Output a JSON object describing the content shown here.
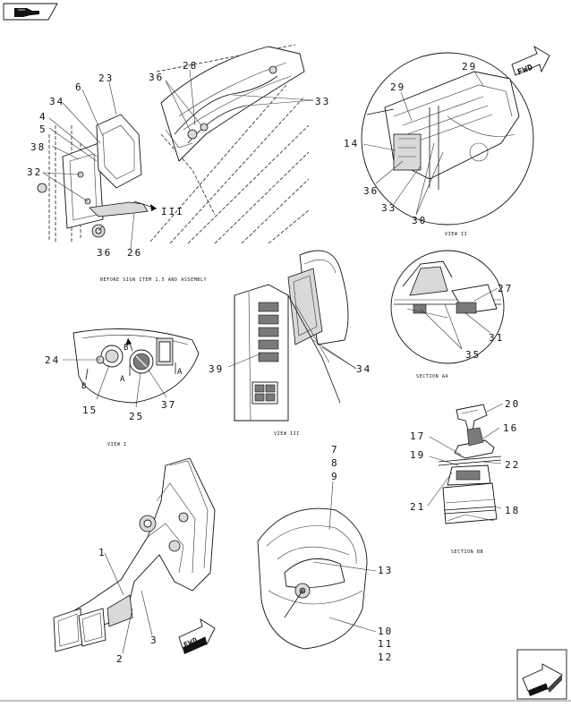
{
  "nav": {
    "back_icon": "hand-pointing-left-icon",
    "next_icon": "arrow-pointing-right-icon"
  },
  "fwd_label": "FWD",
  "captions": {
    "top_left": "BEFORE SIGN ITEM 1.5 AND ASSEMBLY",
    "view_ii": "VIEW II",
    "view_i": "VIEW I",
    "view_iii": "VIEW III",
    "section_aa": "SECTION AA",
    "section_bb": "SECTION BB"
  },
  "view_markers": {
    "arrow_iii": "III",
    "a": "A",
    "b": "B"
  },
  "callouts": {
    "c23": "23",
    "c6": "6",
    "c34": "34",
    "c4": "4",
    "c5": "5",
    "c38": "38",
    "c32": "32",
    "c36": "36",
    "c26": "26",
    "c28": "28",
    "c33": "33",
    "c29": "29",
    "c14": "14",
    "c30": "30",
    "c24": "24",
    "c15": "15",
    "c25": "25",
    "c37": "37",
    "c39": "39",
    "c27": "27",
    "c31": "31",
    "c35": "35",
    "c20": "20",
    "c16": "16",
    "c17": "17",
    "c19": "19",
    "c22": "22",
    "c21": "21",
    "c18": "18",
    "c1": "1",
    "c2": "2",
    "c3": "3",
    "c7": "7",
    "c8": "8",
    "c9": "9",
    "c13": "13",
    "c10": "10",
    "c11": "11",
    "c12": "12"
  }
}
